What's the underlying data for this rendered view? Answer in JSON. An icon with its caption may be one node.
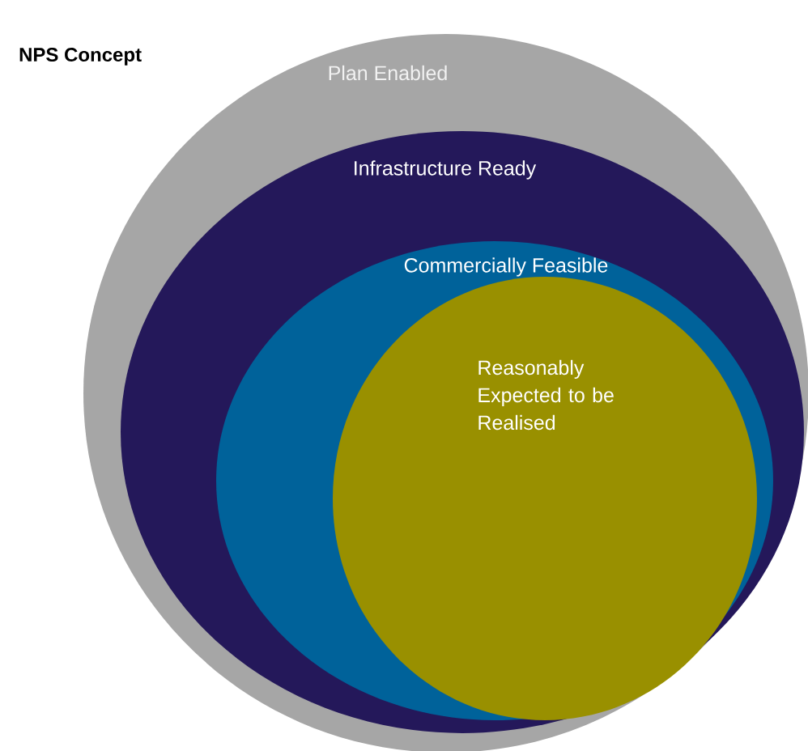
{
  "diagram": {
    "title": "NPS Concept",
    "nodes": [
      {
        "text": [
          "Plan Enabled"
        ]
      },
      {
        "text": [
          "Infrastructure Ready"
        ],
        "in": 0
      },
      {
        "text": [
          "Commercially Feasible"
        ],
        "in": 1
      },
      {
        "text": [
          "Reasonably Expected to be Realised"
        ],
        "in": 2
      }
    ]
  }
}
